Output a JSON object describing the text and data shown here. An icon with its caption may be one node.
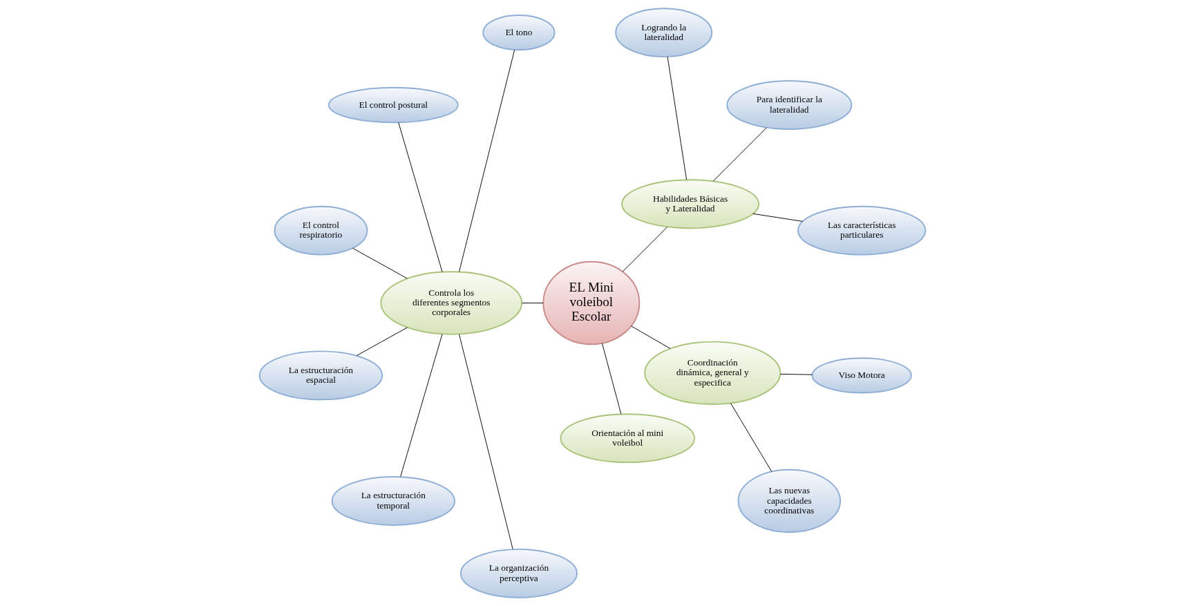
{
  "diagram": {
    "nodes": [
      {
        "text": [
          "EL Mini voleibol Escolar"
        ]
      },
      {
        "text": [
          "Habilidades Básicas y Lateralidad"
        ]
      },
      {
        "text": [
          "Las características particulares"
        ]
      },
      {
        "text": [
          "Para identificar la lateralidad"
        ]
      },
      {
        "text": [
          "Logrando la lateralidad"
        ]
      },
      {
        "text": [
          "Controla los diferentes segmentos corporales"
        ]
      },
      {
        "text": [
          "El tono"
        ]
      },
      {
        "text": [
          "El control postural"
        ]
      },
      {
        "text": [
          "El control respiratorio"
        ]
      },
      {
        "text": [
          "La estructuración espacial"
        ]
      },
      {
        "text": [
          "La estructuración temporal"
        ]
      },
      {
        "text": [
          "La organización perceptiva"
        ]
      },
      {
        "text": [
          "Orientación al mini voleibol"
        ]
      },
      {
        "text": [
          "Coordinación dinámica, general y especifica"
        ]
      },
      {
        "text": [
          "Las nuevas capacidades coordinativas"
        ]
      },
      {
        "text": [
          "Viso Motora"
        ]
      }
    ],
    "edges": [
      {
        "from": 0,
        "to": 1,
        "arrow": "none"
      },
      {
        "from": 1,
        "to": 2,
        "arrow": "none"
      },
      {
        "from": 1,
        "to": 3,
        "arrow": "none"
      },
      {
        "from": 1,
        "to": 4,
        "arrow": "none"
      },
      {
        "from": 0,
        "to": 5,
        "arrow": "none"
      },
      {
        "from": 5,
        "to": 6,
        "arrow": "none"
      },
      {
        "from": 5,
        "to": 7,
        "arrow": "none"
      },
      {
        "from": 5,
        "to": 8,
        "arrow": "none"
      },
      {
        "from": 5,
        "to": 9,
        "arrow": "none"
      },
      {
        "from": 5,
        "to": 10,
        "arrow": "none"
      },
      {
        "from": 5,
        "to": 11,
        "arrow": "none"
      },
      {
        "from": 0,
        "to": 12,
        "arrow": "none"
      },
      {
        "from": 0,
        "to": 13,
        "arrow": "none"
      },
      {
        "from": 13,
        "to": 14,
        "arrow": "none"
      },
      {
        "from": 13,
        "to": 15,
        "arrow": "none"
      }
    ]
  }
}
